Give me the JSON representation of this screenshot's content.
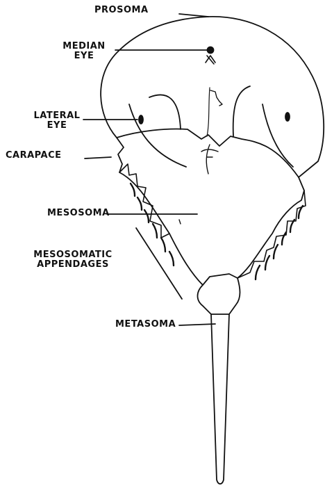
{
  "labels": {
    "prosoma": "PROSOMA",
    "median_eye": [
      "MEDIAN",
      "EYE"
    ],
    "lateral_eye": [
      "LATERAL",
      "EYE"
    ],
    "carapace": "CARAPACE",
    "mesosoma": "MESOSOMA",
    "mesosomatic_appendages": [
      "MESOSOMATIC",
      "APPENDAGES"
    ],
    "metasoma": "METASOMA"
  },
  "colors": {
    "ink": "#111111",
    "background": "#ffffff"
  }
}
